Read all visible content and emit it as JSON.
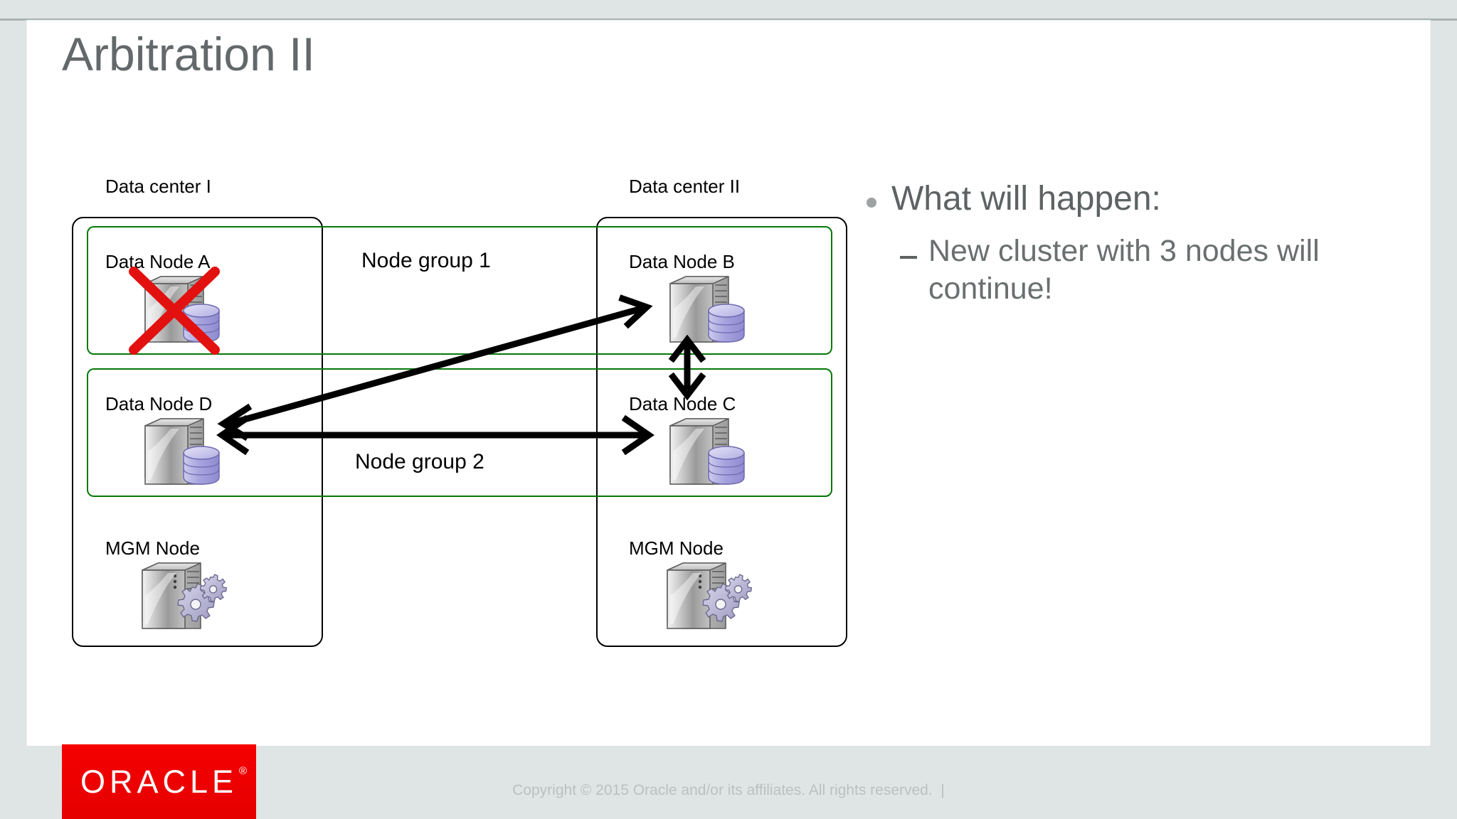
{
  "slide": {
    "title": "Arbitration II"
  },
  "diagram": {
    "datacenters": [
      {
        "id": "dc1",
        "label": "Data center I"
      },
      {
        "id": "dc2",
        "label": "Data center II"
      }
    ],
    "node_groups": [
      {
        "id": "ng1",
        "label": "Node group 1"
      },
      {
        "id": "ng2",
        "label": "Node group 2"
      }
    ],
    "nodes": [
      {
        "id": "node-a",
        "label": "Data Node A",
        "icon": "data-node-icon",
        "failed": true
      },
      {
        "id": "node-b",
        "label": "Data Node B",
        "icon": "data-node-icon",
        "failed": false
      },
      {
        "id": "node-d",
        "label": "Data Node D",
        "icon": "data-node-icon",
        "failed": false
      },
      {
        "id": "node-c",
        "label": "Data Node C",
        "icon": "data-node-icon",
        "failed": false
      },
      {
        "id": "mgm-left",
        "label": "MGM Node",
        "icon": "mgm-node-icon",
        "failed": false
      },
      {
        "id": "mgm-right",
        "label": "MGM Node",
        "icon": "mgm-node-icon",
        "failed": false
      }
    ],
    "colors": {
      "node_group_border": "#067806",
      "datacenter_border": "#000000",
      "failure_cross": "#e31010",
      "arrow": "#000000"
    }
  },
  "bullets": {
    "level1": "What will happen:",
    "level2": "New cluster with 3 nodes will continue!"
  },
  "footer": {
    "copyright": "Copyright © 2015 Oracle and/or its affiliates. All rights reserved.  |",
    "logo_text": "ORACLE",
    "logo_registered": "®",
    "logo_color": "#ee0000"
  }
}
